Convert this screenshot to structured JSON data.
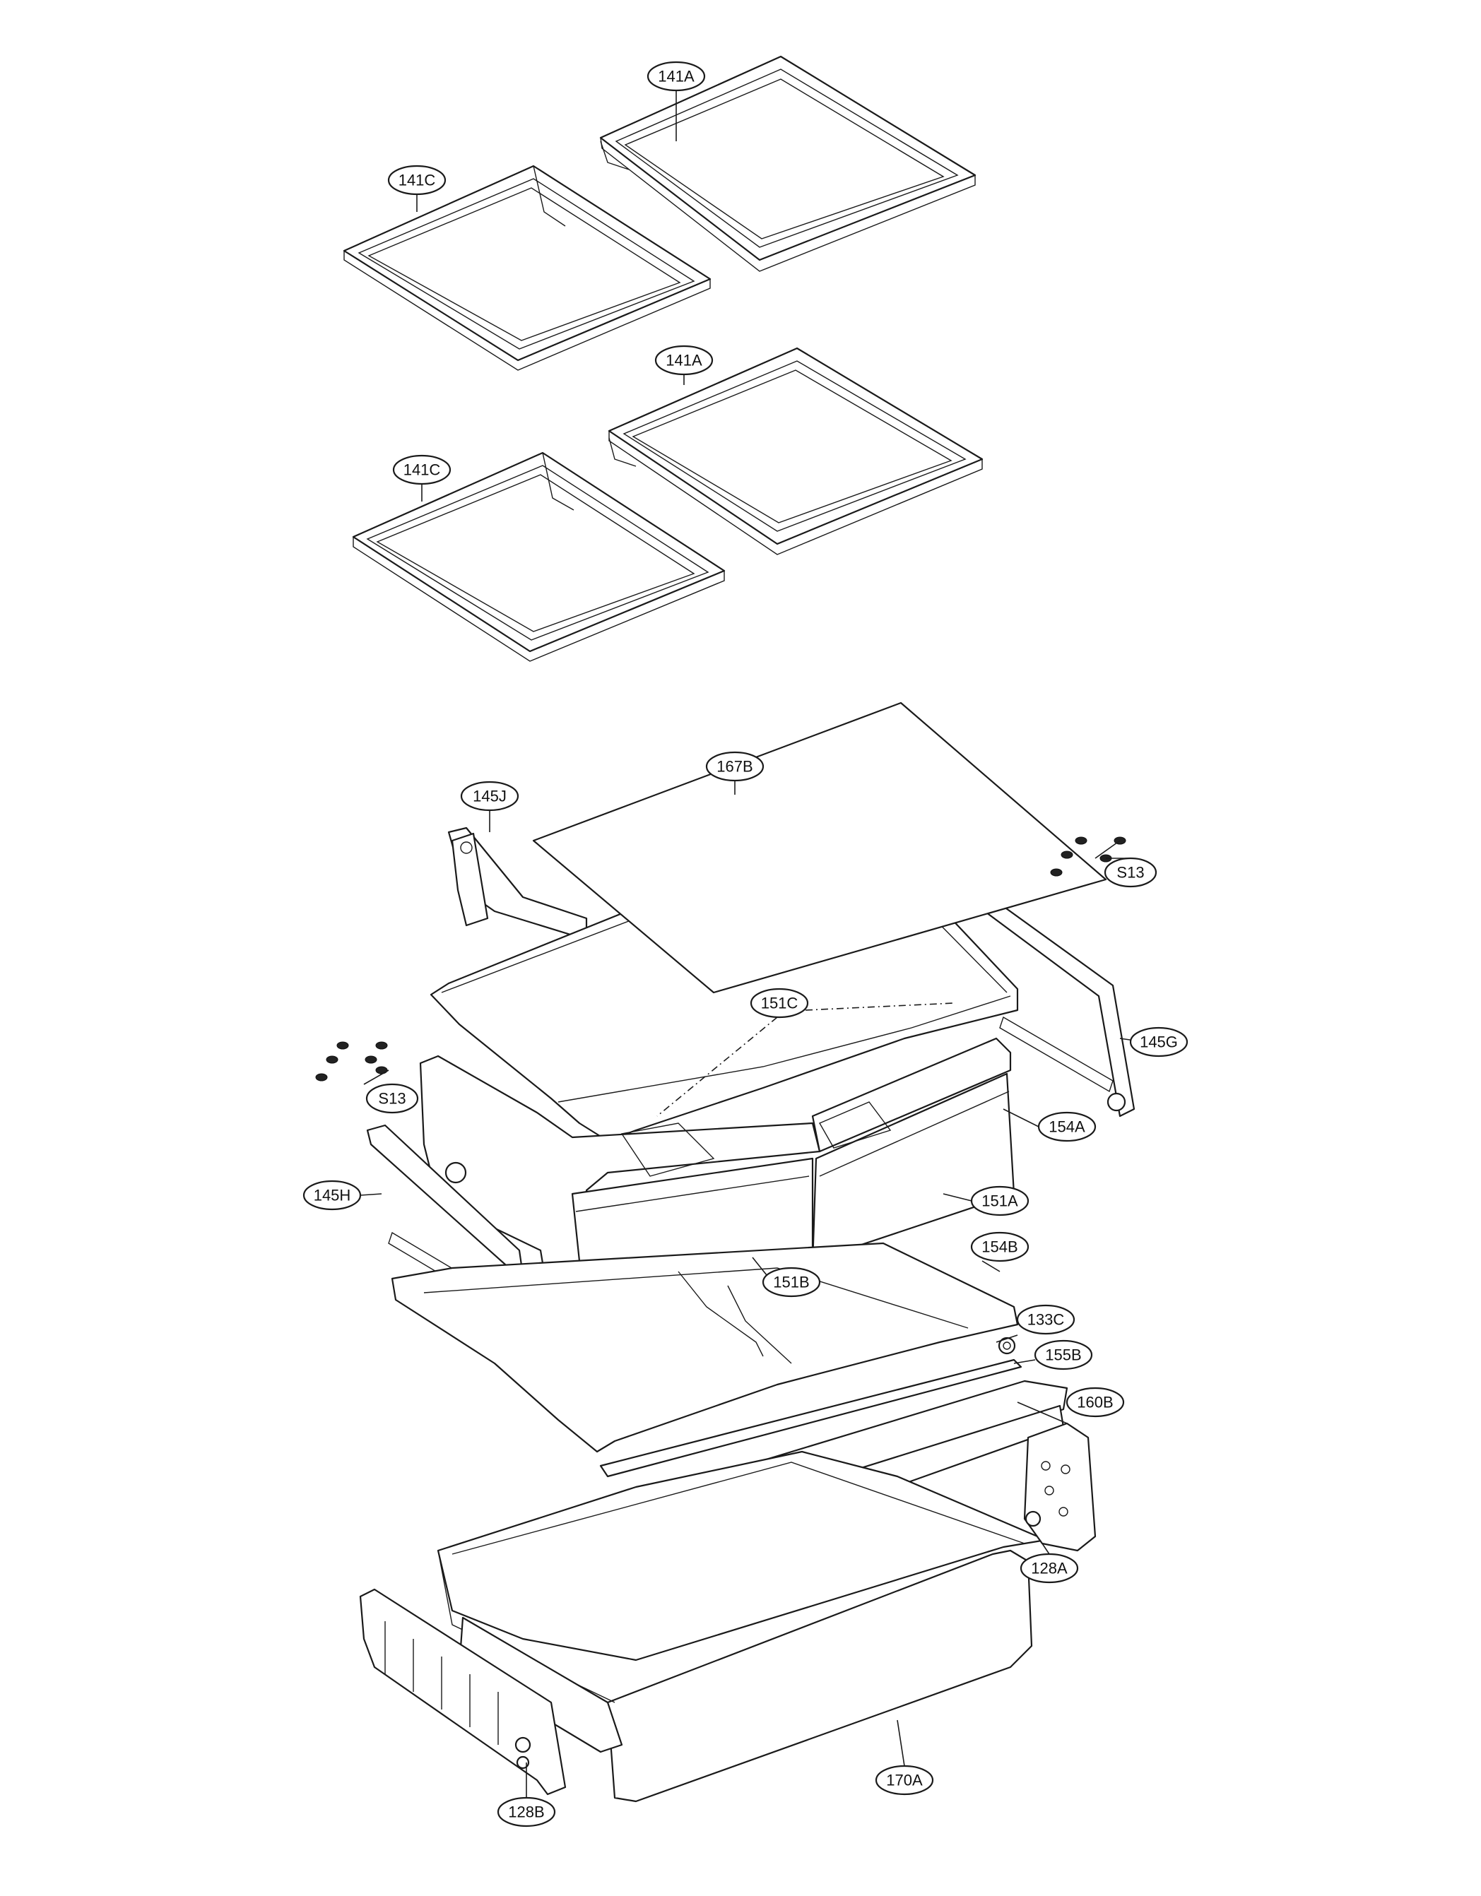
{
  "callouts": {
    "c1": "141A",
    "c2": "141C",
    "c3": "141A",
    "c4": "141C",
    "c5": "167B",
    "c6": "145J",
    "c7": "S13",
    "c8": "151C",
    "c9": "145G",
    "c10": "S13",
    "c11": "154A",
    "c12": "145H",
    "c13": "151A",
    "c14": "154B",
    "c15": "151B",
    "c16": "133C",
    "c17": "155B",
    "c18": "160B",
    "c19": "128A",
    "c20": "170A",
    "c21": "128B"
  }
}
